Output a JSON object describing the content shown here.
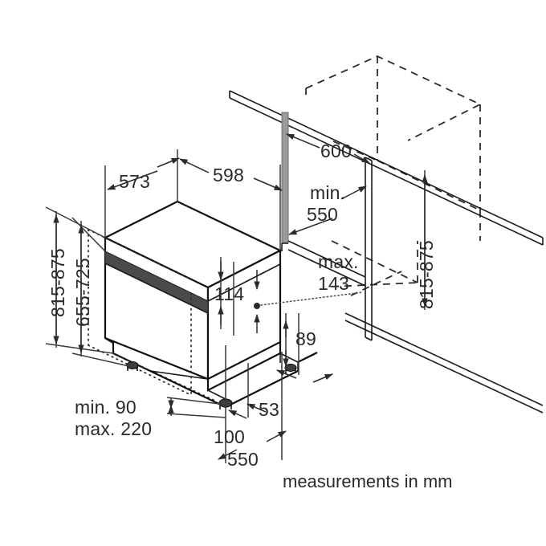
{
  "drawing": {
    "title": "Dishwasher built-in installation dimension drawing",
    "caption": "measurements in mm",
    "units": "mm",
    "projection": "isometric",
    "colors": {
      "line": "#1a1a1a",
      "dimension_line": "#2b2b2b",
      "control_panel": "#4a4a4a",
      "background": "#ffffff",
      "hidden_edge": "#2b2b2b"
    },
    "dimensions": {
      "appliance_depth": "573",
      "appliance_width": "598",
      "niche_height_range": "815-875",
      "door_panel_height_range": "655-725",
      "control_panel_height": "114",
      "niche_width": "600",
      "niche_depth_min_label": "min.",
      "niche_depth_min_value": "550",
      "worktop_overhang_max_label": "max.",
      "worktop_overhang_max_value": "143",
      "niche_height_right": "815-875",
      "plinth_height": "89",
      "foot_offset": "53",
      "base_front_offset": "100",
      "base_depth": "550",
      "plinth_recess_min_label": "min. 90",
      "plinth_recess_max_label": "max. 220"
    }
  }
}
